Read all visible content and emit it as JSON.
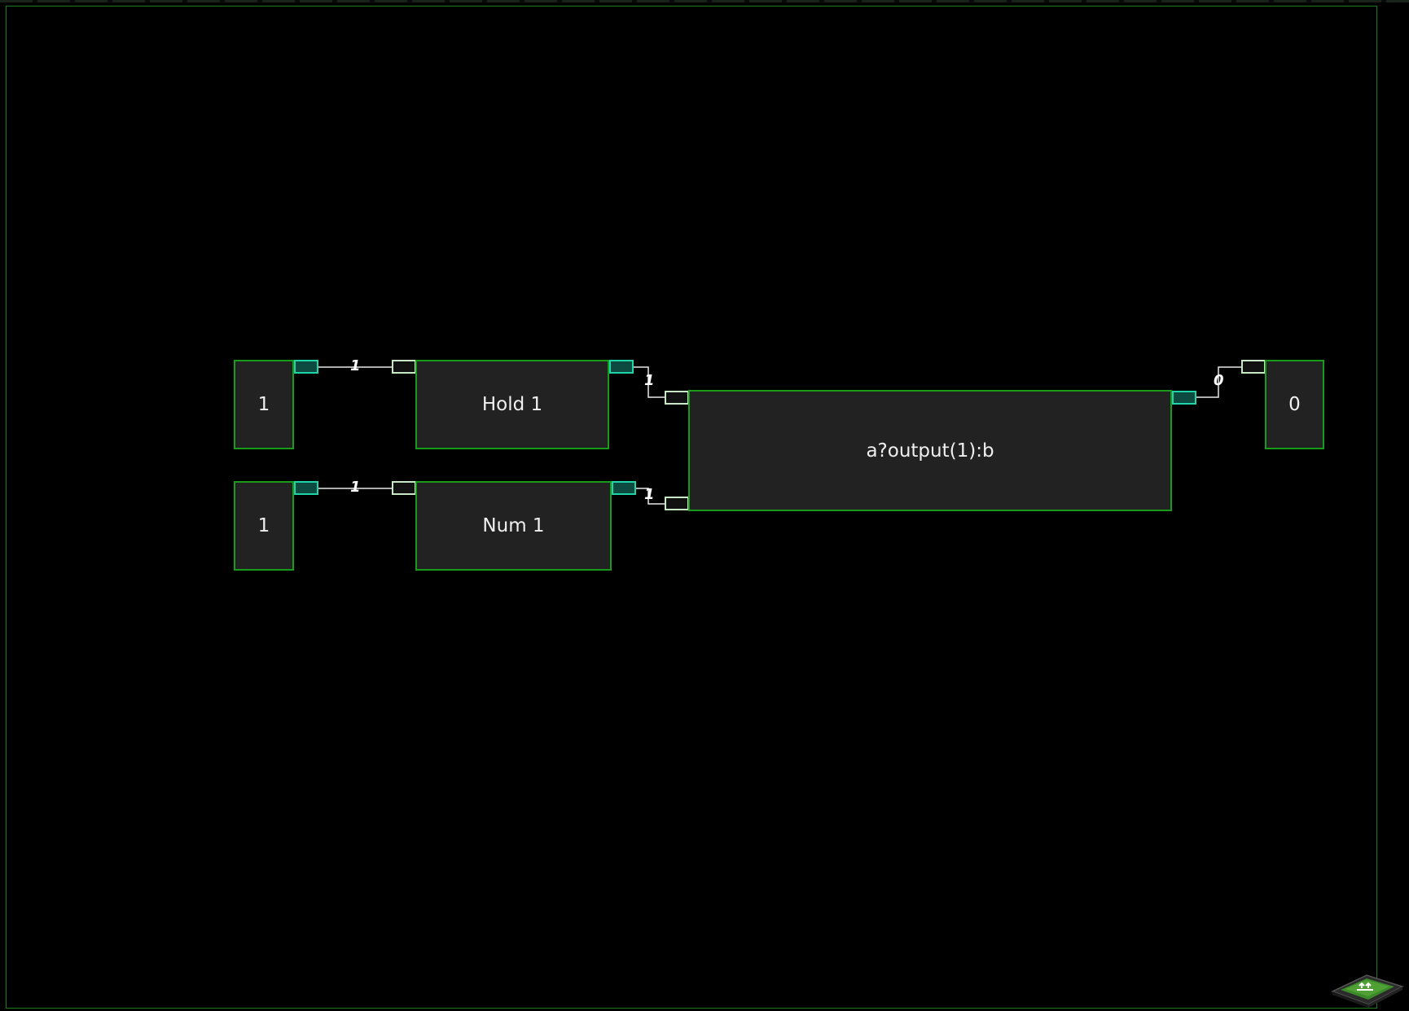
{
  "nodes": {
    "const_a": {
      "label": "1"
    },
    "const_b": {
      "label": "1"
    },
    "hold": {
      "label": "Hold 1"
    },
    "num": {
      "label": "Num 1"
    },
    "ternary": {
      "label": "a?output(1):b"
    },
    "output": {
      "label": "0"
    }
  },
  "wires": {
    "const_a_to_hold": "1",
    "const_b_to_num": "1",
    "hold_to_ternary": "1",
    "num_to_ternary": "1",
    "ternary_to_output": "0"
  },
  "colors": {
    "background": "#000000",
    "node_fill": "#222222",
    "node_border": "#1a9a1a",
    "output_port": "#1fd4a8",
    "input_port": "#c8e8c8",
    "frame": "#1f7a1f"
  },
  "icons": {
    "corner": "upload-tray-icon"
  }
}
